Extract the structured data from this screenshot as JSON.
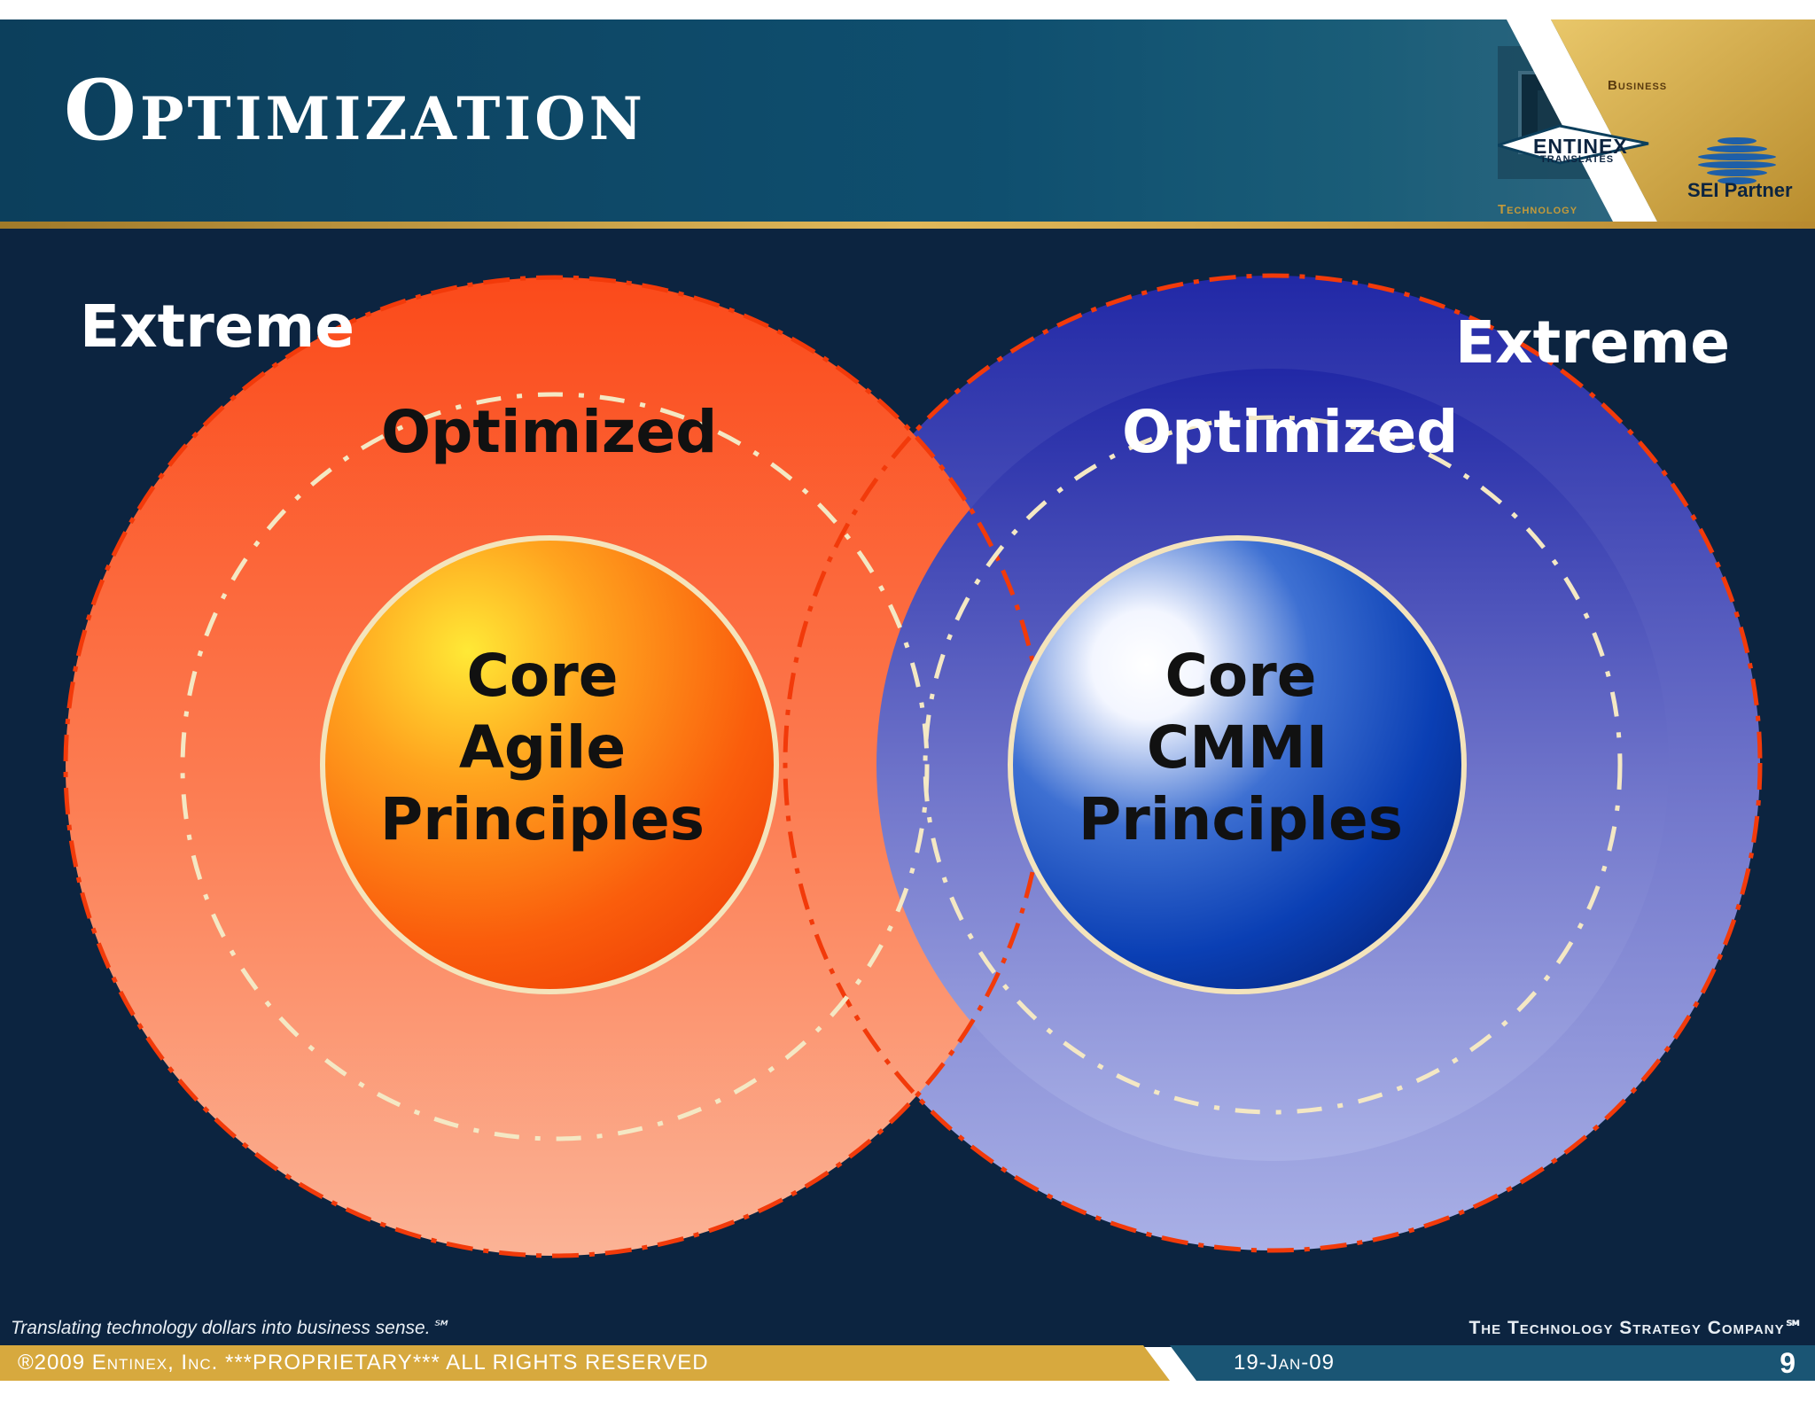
{
  "header": {
    "title": "Optimization"
  },
  "logo": {
    "business": "Business",
    "brand": "ENTINEX",
    "translates": "TRANSLATES",
    "technology": "Technology",
    "partner": "SEI Partner"
  },
  "diagram": {
    "left": {
      "outer_label": "Extreme",
      "middle_label": "Optimized",
      "core_lines": [
        "Core",
        "Agile",
        "Principles"
      ],
      "colors": {
        "outer": "#fb5a2a",
        "core": "#f56a10"
      }
    },
    "right": {
      "outer_label": "Extreme",
      "middle_label": "Optimized",
      "core_lines": [
        "Core",
        "CMMI",
        "Principles"
      ],
      "colors": {
        "outer": "#2a35b5",
        "core": "#0a40b0"
      }
    }
  },
  "footer": {
    "tagline": "Translating technology dollars into business sense.℠",
    "company": "The Technology Strategy Company℠",
    "copyright": "®2009 Entinex, Inc. ***PROPRIETARY*** ALL RIGHTS RESERVED",
    "date": "19-Jan-09",
    "page": "9"
  }
}
